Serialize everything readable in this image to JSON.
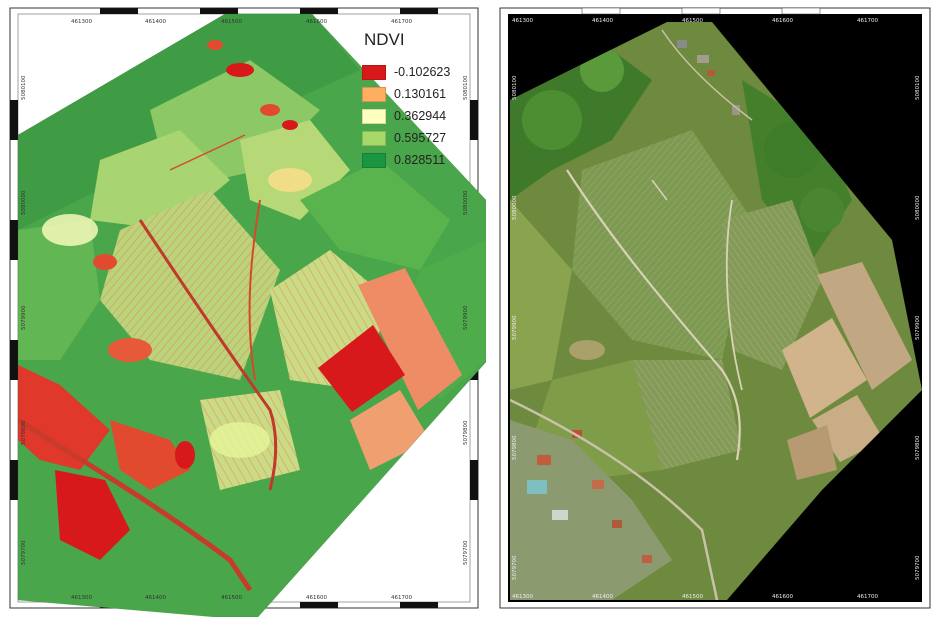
{
  "ndvi_panel": {
    "legend": {
      "title": "NDVI",
      "entries": [
        {
          "label": "-0.102623",
          "color": "#d7191c"
        },
        {
          "label": "0.130161",
          "color": "#fdae61"
        },
        {
          "label": "0.362944",
          "color": "#ffffbf"
        },
        {
          "label": "0.595727",
          "color": "#a6d96a"
        },
        {
          "label": "0.828511",
          "color": "#1a9641"
        }
      ]
    },
    "ticks": {
      "top": [
        "461300",
        "461400",
        "461500",
        "461600",
        "461700"
      ],
      "bottom": [
        "461300",
        "461400",
        "461500",
        "461600",
        "461700"
      ],
      "left": [
        "5080100",
        "5080000",
        "5079900",
        "5079800",
        "5079700"
      ],
      "right": [
        "5080100",
        "5080000",
        "5079900",
        "5079800",
        "5079700"
      ]
    }
  },
  "rgb_panel": {
    "ticks": {
      "top": [
        "461300",
        "461400",
        "461500",
        "461600",
        "461700"
      ],
      "bottom": [
        "461300",
        "461400",
        "461500",
        "461600",
        "461700"
      ],
      "left": [
        "5080100",
        "5080000",
        "5079900",
        "5079800",
        "5079700"
      ],
      "right": [
        "5080100",
        "5080000",
        "5079900",
        "5079800",
        "5079700"
      ]
    }
  }
}
